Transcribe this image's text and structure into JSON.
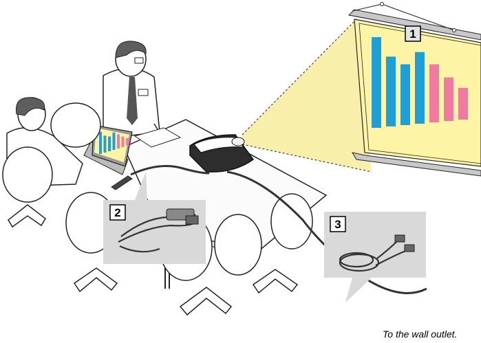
{
  "callouts": {
    "screen_number": "1",
    "cable_number": "2",
    "power_cord_number": "3"
  },
  "caption": {
    "wall_outlet": "To the wall outlet."
  },
  "colors": {
    "beam": "#f7ec9c",
    "screen_fill": "#fdf4a6",
    "bar_blue": "#1e9fd8",
    "bar_pink": "#f07aa0",
    "panel_gray": "#d9d9d9",
    "outline": "#222222"
  },
  "chart_data": {
    "type": "bar",
    "categories": [
      "",
      "",
      "",
      "",
      "",
      "",
      ""
    ],
    "values": [
      100,
      77,
      67,
      79,
      64,
      48,
      35
    ],
    "series_colors": [
      "#1e9fd8",
      "#1e9fd8",
      "#1e9fd8",
      "#1e9fd8",
      "#f07aa0",
      "#f07aa0",
      "#f07aa0"
    ],
    "ylim": [
      0,
      100
    ]
  }
}
